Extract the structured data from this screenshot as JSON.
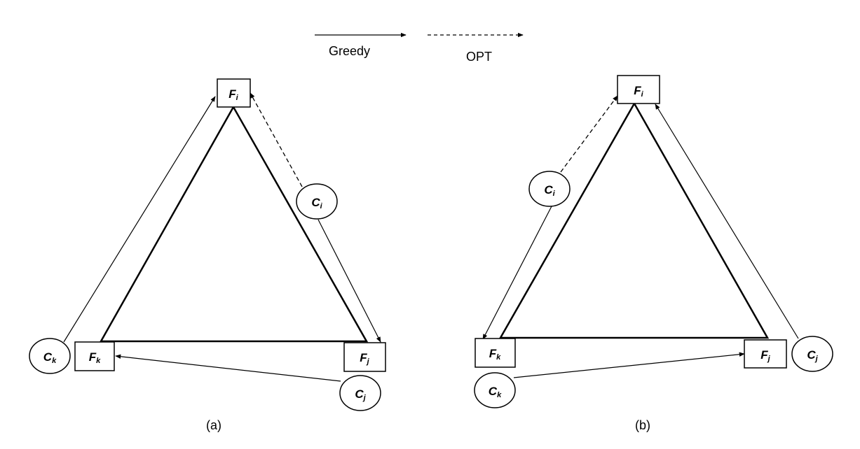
{
  "legend": {
    "greedy_label": "Greedy",
    "opt_label": "OPT"
  },
  "panels": [
    {
      "caption": "(a)",
      "nodes": {
        "Fi": {
          "base": "F",
          "sub": "i"
        },
        "Fj": {
          "base": "F",
          "sub": "j"
        },
        "Fk": {
          "base": "F",
          "sub": "k"
        },
        "Ci": {
          "base": "C",
          "sub": "i"
        },
        "Cj": {
          "base": "C",
          "sub": "j"
        },
        "Ck": {
          "base": "C",
          "sub": "k"
        }
      }
    },
    {
      "caption": "(b)",
      "nodes": {
        "Fi": {
          "base": "F",
          "sub": "i"
        },
        "Fj": {
          "base": "F",
          "sub": "j"
        },
        "Fk": {
          "base": "F",
          "sub": "k"
        },
        "Ci": {
          "base": "C",
          "sub": "i"
        },
        "Cj": {
          "base": "C",
          "sub": "j"
        },
        "Ck": {
          "base": "C",
          "sub": "k"
        }
      }
    }
  ]
}
